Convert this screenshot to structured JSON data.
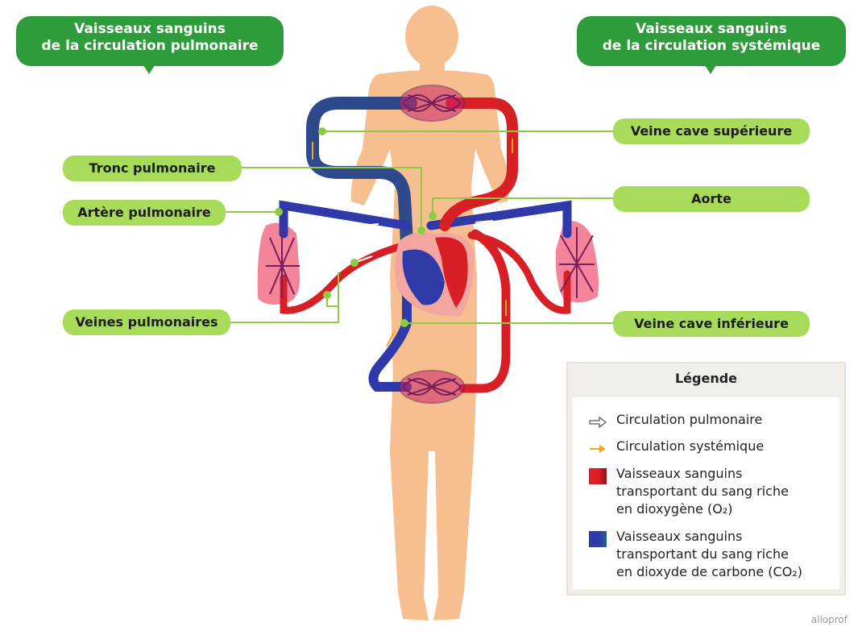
{
  "headers": {
    "pulmonary": [
      "Vaisseaux sanguins",
      "de la circulation pulmonaire"
    ],
    "systemic": [
      "Vaisseaux sanguins",
      "de la circulation systémique"
    ]
  },
  "labels": {
    "superior_vena_cava": "Veine cave supérieure",
    "pulmonary_trunk": "Tronc pulmonaire",
    "aorta": "Aorte",
    "pulmonary_artery": "Artère pulmonaire",
    "pulmonary_veins": "Veines pulmonaires",
    "inferior_vena_cava": "Veine cave inférieure"
  },
  "legend": {
    "title": "Légende",
    "pulmonary_circulation": "Circulation pulmonaire",
    "systemic_circulation": "Circulation systémique",
    "oxygen_rich": [
      "Vaisseaux sanguins",
      "transportant du sang riche",
      "en dioxygène (O₂)"
    ],
    "co2_rich": [
      "Vaisseaux sanguins",
      "transportant du sang riche",
      "en dioxyde de carbone (CO₂)"
    ]
  },
  "brand": "alloprof",
  "colors": {
    "header_green": "#2e9c3a",
    "label_green": "#a7db59",
    "oxygen_red": "#d81f26",
    "co2_blue": "#2f3aa8",
    "systemic_arrow": "#f5a623",
    "skin": "#f7bf8f",
    "lung_pink": "#f4849a"
  }
}
